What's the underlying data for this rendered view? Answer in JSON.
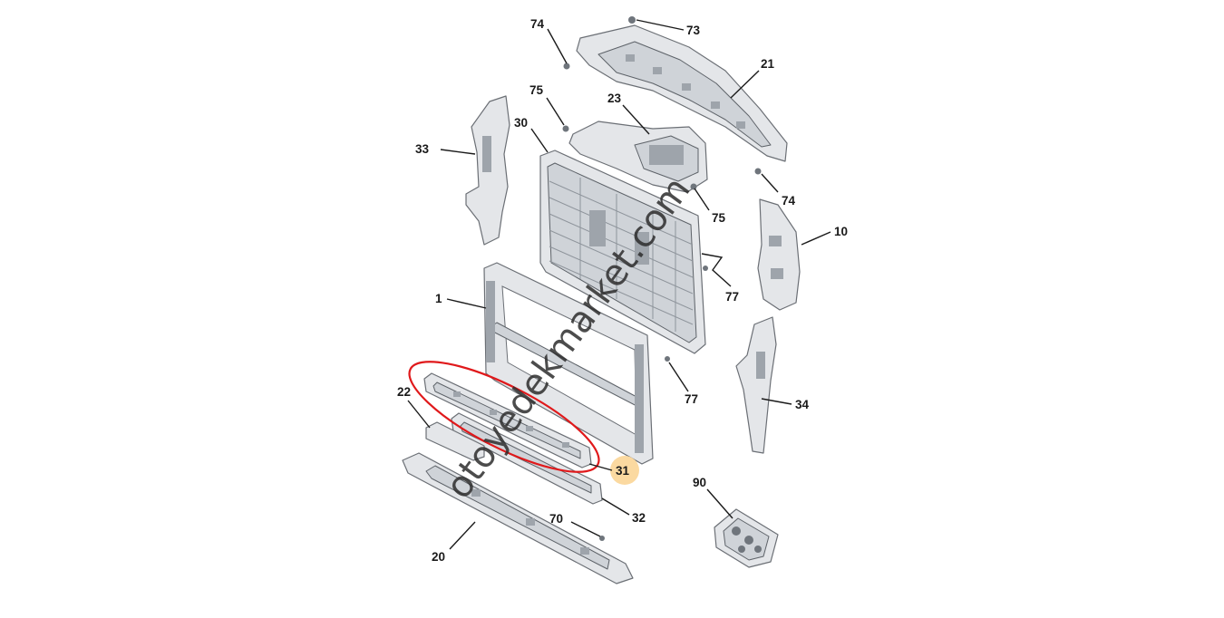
{
  "callouts": [
    {
      "id": "c74a",
      "text": "74"
    },
    {
      "id": "c73",
      "text": "73"
    },
    {
      "id": "c21",
      "text": "21"
    },
    {
      "id": "c75a",
      "text": "75"
    },
    {
      "id": "c23",
      "text": "23"
    },
    {
      "id": "c30",
      "text": "30"
    },
    {
      "id": "c33",
      "text": "33"
    },
    {
      "id": "c74b",
      "text": "74"
    },
    {
      "id": "c75b",
      "text": "75"
    },
    {
      "id": "c10",
      "text": "10"
    },
    {
      "id": "c77a",
      "text": "77"
    },
    {
      "id": "c1",
      "text": "1"
    },
    {
      "id": "c77b",
      "text": "77"
    },
    {
      "id": "c22",
      "text": "22"
    },
    {
      "id": "c34",
      "text": "34"
    },
    {
      "id": "c31",
      "text": "31"
    },
    {
      "id": "c90",
      "text": "90"
    },
    {
      "id": "c32",
      "text": "32"
    },
    {
      "id": "c70",
      "text": "70"
    },
    {
      "id": "c20",
      "text": "20"
    }
  ],
  "highlight": {
    "part": "31",
    "ring_color": "#e0191b",
    "badge_color": "#fbd9a0"
  },
  "watermark": {
    "text": "otoyedekmarket.com"
  }
}
